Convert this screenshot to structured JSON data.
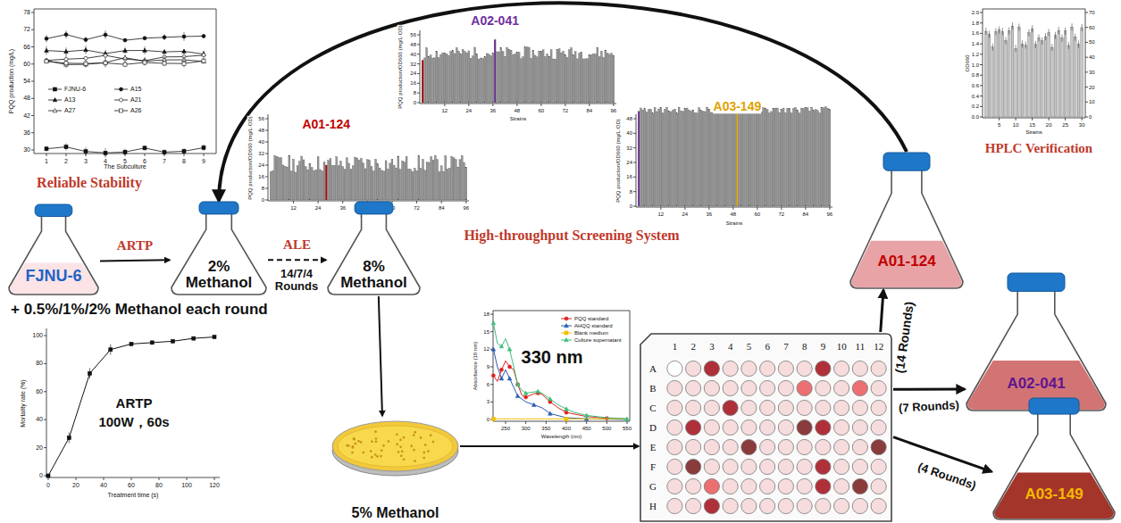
{
  "diagram": {
    "nodes": [
      {
        "text": [
          "FJNU-6"
        ]
      },
      {
        "text": [
          "2% Methanol"
        ]
      },
      {
        "text": [
          "8% Methanol"
        ]
      },
      {
        "text": [
          "5% Methanol"
        ]
      },
      {
        "text": [
          "1",
          "2",
          "3",
          "4",
          "5",
          "6",
          "7",
          "8",
          "9",
          "10",
          "11",
          "12",
          "A",
          "B",
          "C",
          "D",
          "E",
          "F",
          "G",
          "H"
        ]
      },
      {
        "text": [
          "A01-124"
        ]
      },
      {
        "text": [
          "A02-041"
        ]
      },
      {
        "text": [
          "A03-149"
        ]
      }
    ],
    "edges": [
      {
        "from": 0,
        "to": 1,
        "arrow": "to",
        "label": "ARTP"
      },
      {
        "from": 1,
        "to": 2,
        "arrow": "to",
        "label": "ALE"
      },
      {
        "from": 2,
        "to": 3,
        "arrow": "to"
      },
      {
        "from": 3,
        "to": 4,
        "arrow": "to"
      },
      {
        "from": 4,
        "to": 5,
        "arrow": "to",
        "label": "(14 Rounds)"
      },
      {
        "from": 4,
        "to": 6,
        "arrow": "to",
        "label": "(7 Rounds)"
      },
      {
        "from": 4,
        "to": 7,
        "arrow": "to",
        "label": "(4 Rounds)"
      },
      {
        "from": 5,
        "to": 1,
        "arrow": "to"
      }
    ],
    "labels": [
      "30",
      "36",
      "42",
      "48",
      "54",
      "60",
      "66",
      "72",
      "78",
      "1",
      "2",
      "3",
      "4",
      "5",
      "6",
      "7",
      "8",
      "9",
      "PQQ production (mg/L)",
      "The Subculture",
      "Reliable Stability",
      "0",
      "20",
      "40",
      "60",
      "80",
      "100",
      "0",
      "20",
      "40",
      "60",
      "80",
      "100",
      "120",
      "Mortality rate (%)",
      "Treatment time (s)",
      "ARTP",
      "100W，60s",
      "+ 0.5%/1%/2% Methanol each round",
      "14/7/4 Rounds",
      "0",
      "8",
      "16",
      "24",
      "32",
      "40",
      "48",
      "56",
      "12",
      "24",
      "36",
      "48",
      "60",
      "72",
      "84",
      "96",
      "PQQ production/OD660 (mg/L·OD)",
      "Strains",
      "A01-124",
      "0",
      "8",
      "16",
      "24",
      "32",
      "40",
      "48",
      "56",
      "12",
      "24",
      "36",
      "48",
      "60",
      "72",
      "84",
      "96",
      "PQQ production/OD660 (mg/L·OD)",
      "Strains",
      "A02-041",
      "0",
      "8",
      "16",
      "24",
      "32",
      "40",
      "48",
      "12",
      "24",
      "36",
      "48",
      "60",
      "72",
      "84",
      "96",
      "PQQ production/OD660 (mg/L·OD)",
      "Strains",
      "A03-149",
      "High-throughput Screening System",
      "0",
      "3",
      "6",
      "9",
      "12",
      "15",
      "18",
      "250",
      "300",
      "350",
      "400",
      "450",
      "500",
      "550",
      "Absorbance (10 nm)",
      "Wavelength (nm)",
      "330 nm",
      "0.0",
      "0.2",
      "0.4",
      "0.6",
      "0.8",
      "1.0",
      "1.2",
      "1.4",
      "1.6",
      "1.8",
      "2.0",
      "0",
      "10",
      "20",
      "30",
      "40",
      "50",
      "60",
      "70",
      "5",
      "10",
      "15",
      "20",
      "25",
      "30",
      "OD660",
      "Strains",
      "HPLC Verification"
    ],
    "legend": [
      {
        "text": "FJNU-6"
      },
      {
        "text": "A15"
      },
      {
        "text": "A13"
      },
      {
        "text": "A21"
      },
      {
        "text": "A27"
      },
      {
        "text": "A26"
      },
      {
        "text": "PQQ standard"
      },
      {
        "text": "AHQQ standard"
      },
      {
        "text": "Blank medium"
      },
      {
        "text": "Culture supernatant"
      }
    ]
  }
}
